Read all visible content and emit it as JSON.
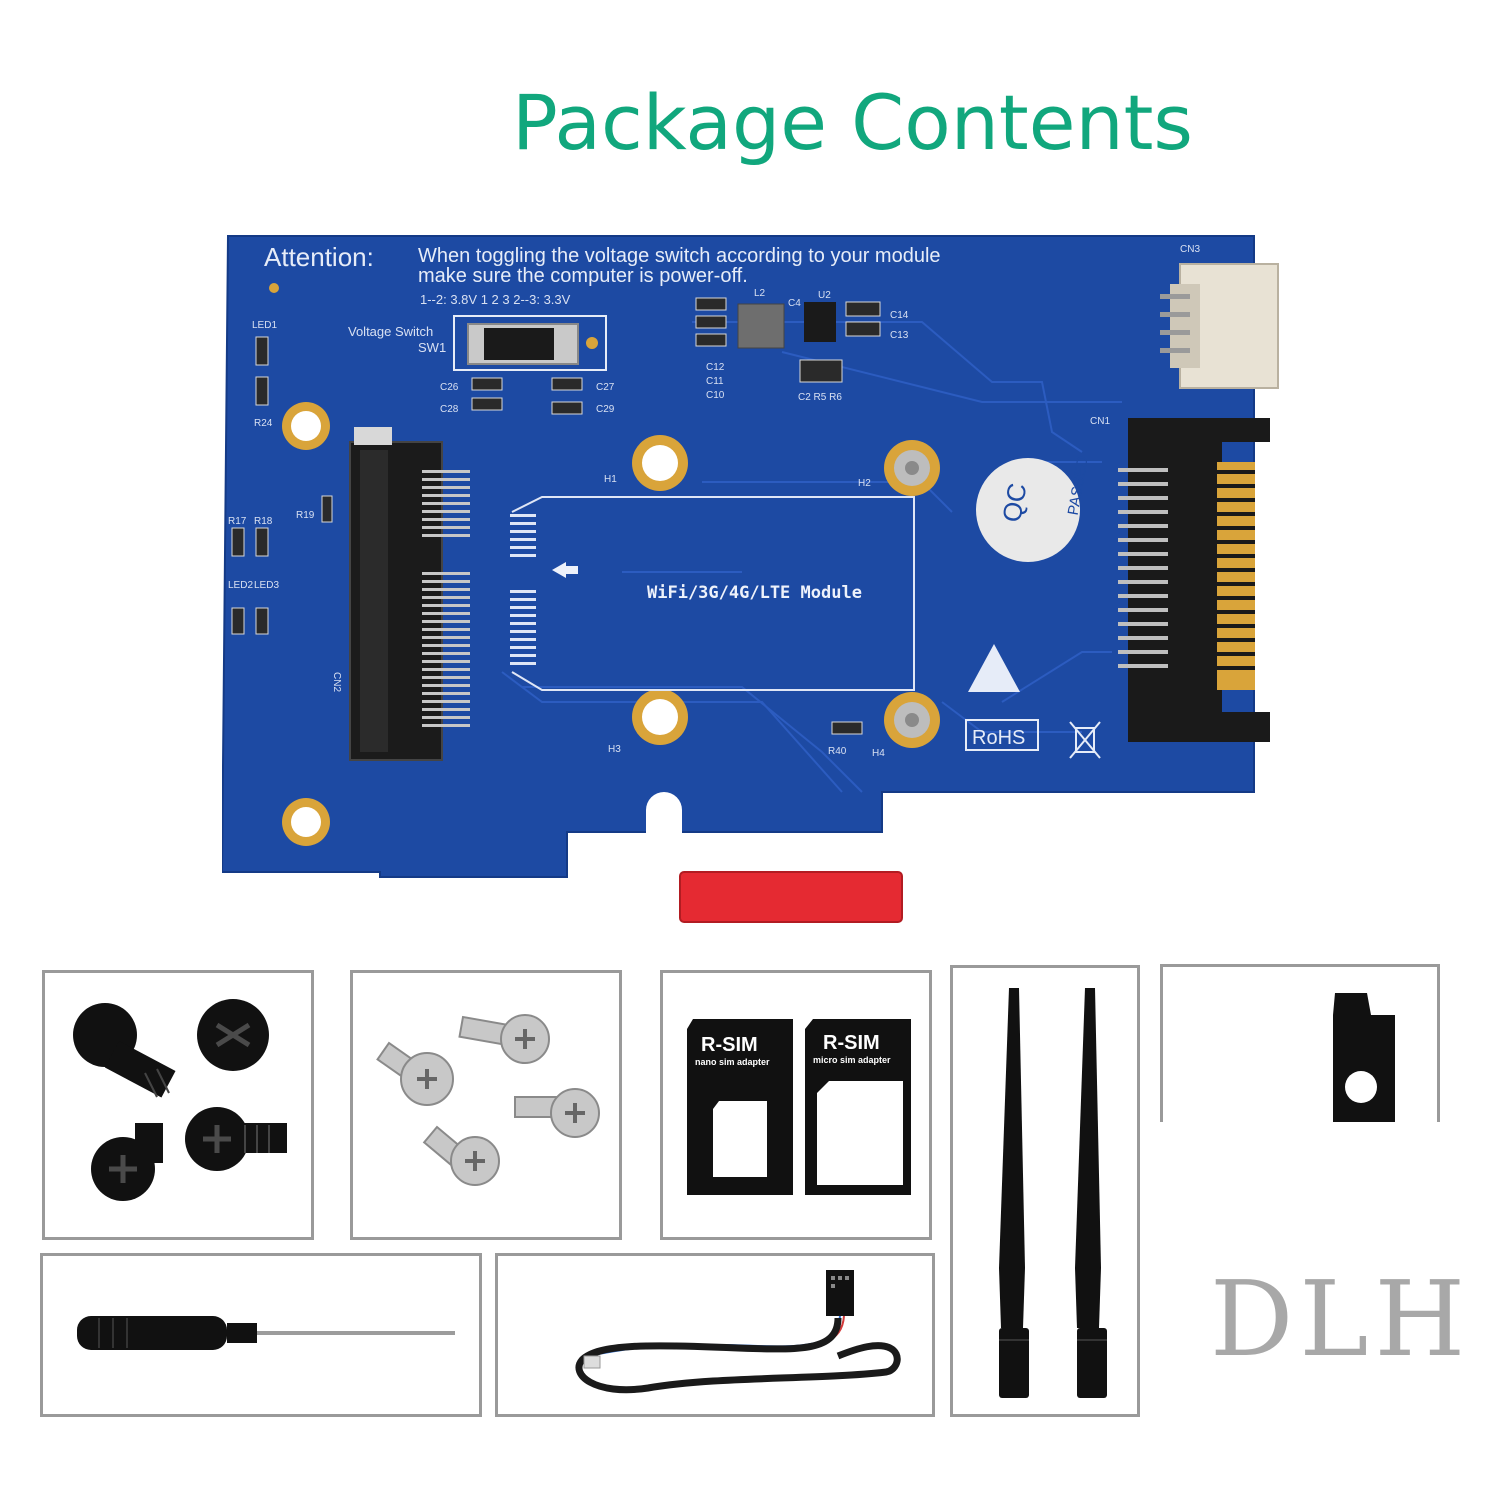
{
  "title": "Package Contents",
  "board": {
    "attention_label": "Attention:",
    "attention_line1": "When toggling the voltage switch according to your module",
    "attention_line2": "make sure the computer is power-off.",
    "switch_options": "1--2: 3.8V   1    2    3   2--3: 3.3V",
    "switch_label": "Voltage Switch",
    "switch_ref": "SW1",
    "module_label": "WiFi/3G/4G/LTE Module",
    "qc_label": "QC",
    "passed_label": "PASSED",
    "rohs_label": "RoHS",
    "refs": [
      "LED1",
      "R24",
      "R17",
      "R18",
      "LED2",
      "LED3",
      "R19",
      "C26",
      "C28",
      "C27",
      "C29",
      "L2",
      "C4",
      "U2",
      "C14",
      "C13",
      "C12",
      "C11",
      "C10",
      "C2 R5 R6",
      "CN3",
      "CN1",
      "H1",
      "H2",
      "H3",
      "H4",
      "R40",
      "CN2"
    ]
  },
  "sim_adapters": [
    {
      "brand": "R-SIM",
      "caption": "nano sim adapter"
    },
    {
      "brand": "R-SIM",
      "caption": "micro sim adapter"
    }
  ],
  "watermark": "DLH",
  "colors": {
    "title": "#11a77d",
    "pcb": "#1d4aa3",
    "pcb_dark": "#173b88",
    "gold": "#d9a43a",
    "red_cap": "#e52a32"
  }
}
